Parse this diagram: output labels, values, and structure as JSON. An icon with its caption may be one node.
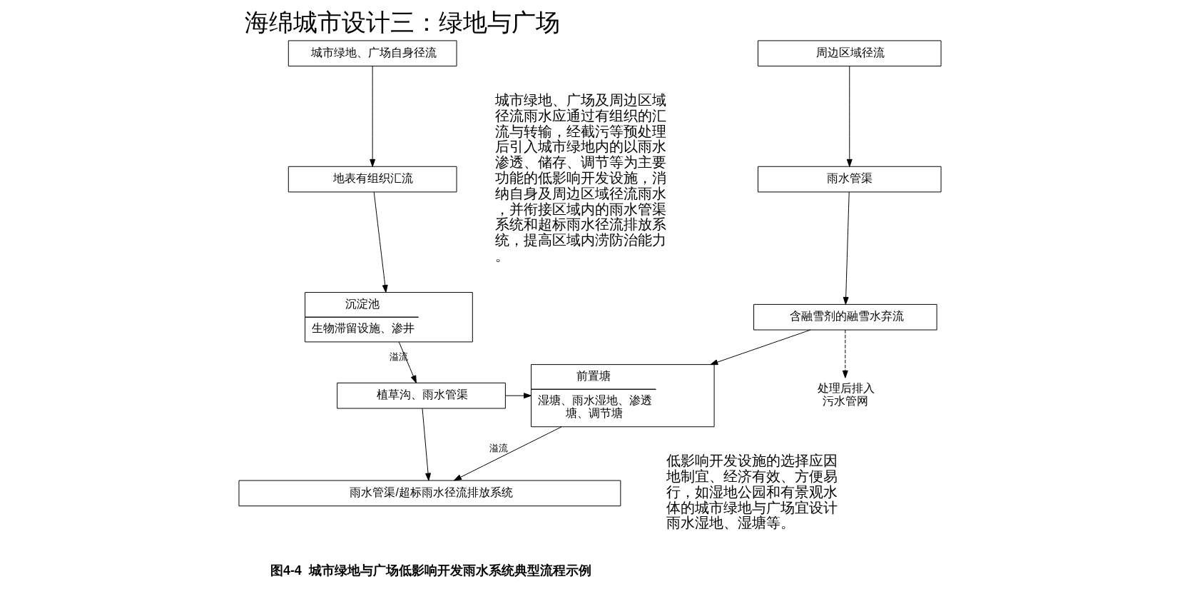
{
  "diagram": {
    "title": "海绵城市设计三：绿地与广场",
    "caption": "图4-4  城市绿地与广场低影响开发雨水系统典型流程示例",
    "nodes": [
      {
        "text": [
          "城市绿地、广场自身径流"
        ]
      },
      {
        "text": [
          "周边区域径流"
        ]
      },
      {
        "text": [
          "地表有组织汇流"
        ]
      },
      {
        "text": [
          "雨水管渠"
        ]
      },
      {
        "text": [
          "沉淀池",
          "生物滞留设施、渗井"
        ]
      },
      {
        "text": [
          "含融雪剂的融雪水弃流"
        ]
      },
      {
        "text": [
          "处理后排入污水管网"
        ]
      },
      {
        "text": [
          "植草沟、雨水管渠"
        ]
      },
      {
        "text": [
          "前置塘",
          "湿塘、雨水湿地、渗透塘、调节塘"
        ]
      },
      {
        "text": [
          "雨水管渠/超标雨水径流排放系统"
        ]
      }
    ],
    "edges": [
      {
        "from": 0,
        "to": 2,
        "arrow": "to"
      },
      {
        "from": 1,
        "to": 3,
        "arrow": "to"
      },
      {
        "from": 2,
        "to": 4,
        "arrow": "to"
      },
      {
        "from": 3,
        "to": 5,
        "arrow": "to"
      },
      {
        "from": 5,
        "to": 6,
        "arrow": "to",
        "style": "dashed"
      },
      {
        "from": 4,
        "to": 7,
        "arrow": "to",
        "label": "溢流"
      },
      {
        "from": 5,
        "to": 8,
        "arrow": "to"
      },
      {
        "from": 7,
        "to": 8,
        "arrow": "to"
      },
      {
        "from": 7,
        "to": 9,
        "arrow": "to"
      },
      {
        "from": 8,
        "to": 9,
        "arrow": "to",
        "label": "溢流"
      }
    ],
    "labels": [
      "城市绿地、广场及周边区域径流雨水应通过有组织的汇流与转输，经截污等预处理后引入城市绿地内的以雨水渗透、储存、调节等为主要功能的低影响开发设施，消纳自身及周边区域径流雨水，并衔接区域内的雨水管渠系统和超标雨水径流排放系统，提高区域内涝防治能力。",
      "低影响开发设施的选择应因地制宜、经济有效、方便易行，如湿地公园和有景观水体的城市绿地与广场宜设计雨水湿地、湿塘等。"
    ]
  }
}
